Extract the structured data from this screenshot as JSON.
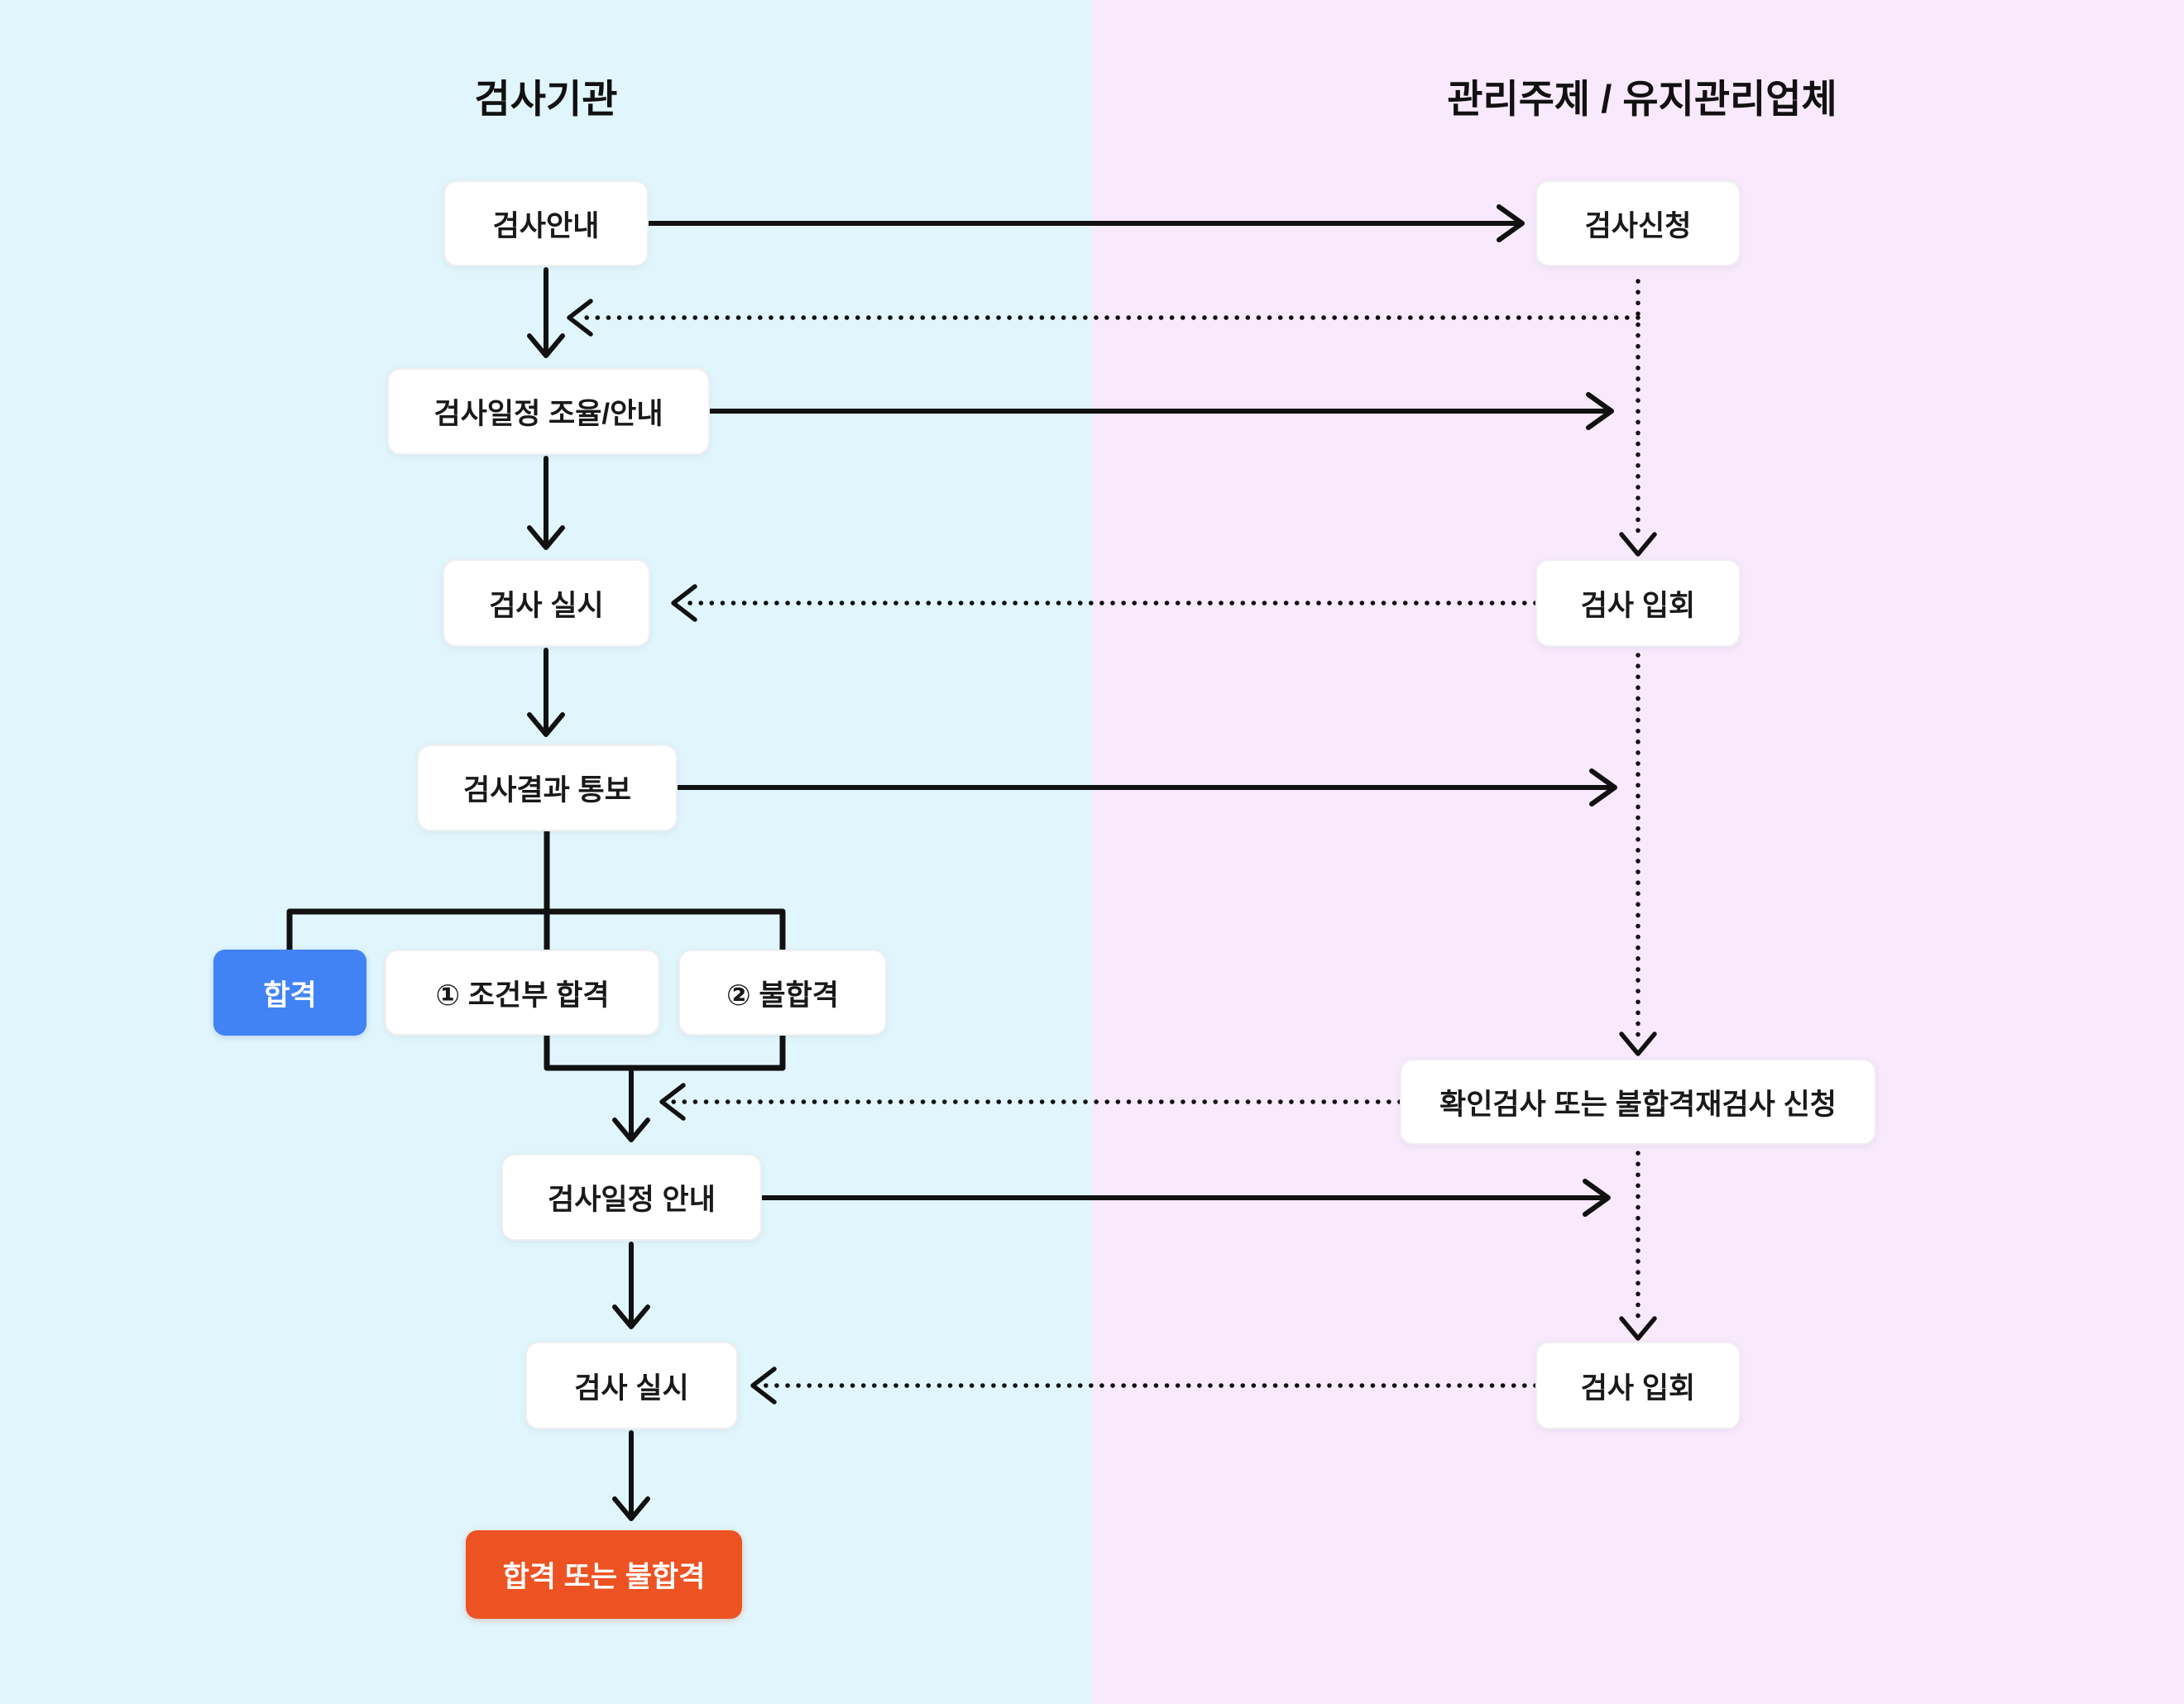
{
  "lanes": {
    "left": {
      "title": "검사기관"
    },
    "right": {
      "title": "관리주제 / 유지관리업체"
    }
  },
  "colors": {
    "left_lane_bg": "#E1F6FC",
    "right_lane_bg": "#F9E9FD",
    "node_bg": "#FFFFFF",
    "pass_node_bg": "#4183F4",
    "final_node_bg": "#ED5322",
    "text": "#191919",
    "connector": "#111111"
  },
  "nodes": {
    "inspection_guide": {
      "label": "검사안내"
    },
    "inspection_request": {
      "label": "검사신청"
    },
    "schedule_coordination": {
      "label": "검사일정 조율/안내"
    },
    "inspection_conduct_1": {
      "label": "검사 실시"
    },
    "inspection_attendance_1": {
      "label": "검사 입회"
    },
    "result_notification": {
      "label": "검사결과 통보"
    },
    "pass": {
      "label": "합격"
    },
    "conditional_pass": {
      "label": "① 조건부 합격"
    },
    "fail": {
      "label": "② 불합격"
    },
    "reinspection_request": {
      "label": "확인검사 또는 불합격재검사 신청"
    },
    "schedule_notice": {
      "label": "검사일정 안내"
    },
    "inspection_conduct_2": {
      "label": "검사 실시"
    },
    "inspection_attendance_2": {
      "label": "검사 입회"
    },
    "final_result": {
      "label": "합격 또는 불합격"
    }
  }
}
